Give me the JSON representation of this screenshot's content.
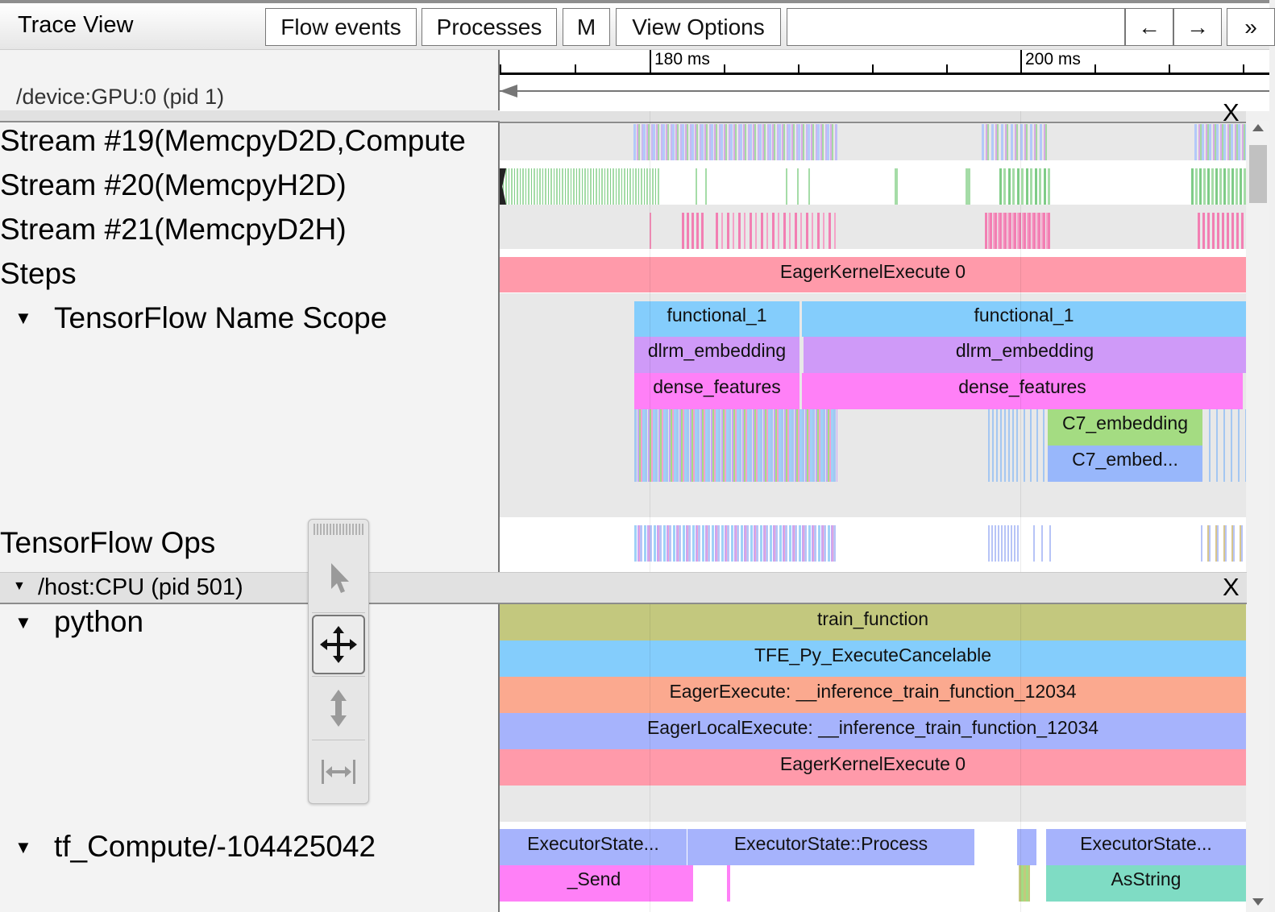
{
  "toolbar": {
    "title": "Trace View",
    "buttons": [
      {
        "label": "Flow events"
      },
      {
        "label": "Processes"
      },
      {
        "label": "M"
      },
      {
        "label": "View Options"
      }
    ],
    "search_value": "",
    "prev_label": "←",
    "next_label": "→",
    "overflow_label": "»"
  },
  "ruler": {
    "tick_labels": [
      "180 ms",
      "200 ms"
    ]
  },
  "device_process": {
    "header_cut": "/device:GPU:0 (pid 1)",
    "close": "X"
  },
  "tracks": {
    "stream19": "Stream #19(MemcpyD2D,Compute",
    "stream20": "Stream #20(MemcpyH2D)",
    "stream21": "Stream #21(MemcpyD2H)",
    "steps": "Steps",
    "tf_name_scope": "TensorFlow Name Scope",
    "tf_ops": "TensorFlow Ops",
    "python": "python",
    "tf_compute": "tf_Compute/-104425042"
  },
  "host_process": {
    "header": "/host:CPU (pid 501)",
    "close": "X"
  },
  "slices": {
    "steps": "EagerKernelExecute 0",
    "functional_a": "functional_1",
    "functional_b": "functional_1",
    "dlrm_a": "dlrm_embedding",
    "dlrm_b": "dlrm_embedding",
    "dense_a": "dense_features",
    "dense_b": "dense_features",
    "c7_emb": "C7_embedding",
    "c7_embed": "C7_embed...",
    "train_function": "train_function",
    "tfe_py": "TFE_Py_ExecuteCancelable",
    "eager_execute": "EagerExecute: __inference_train_function_12034",
    "eager_local": "EagerLocalExecute: __inference_train_function_12034",
    "eager_kernel": "EagerKernelExecute 0",
    "exec_a": "ExecutorState...",
    "exec_b": "ExecutorState::Process",
    "exec_c": "ExecutorState...",
    "send": "_Send",
    "asstring": "AsString"
  },
  "colors": {
    "eager_kernel": "#ff9aaa",
    "functional": "#84cdfc",
    "dlrm": "#cf9af8",
    "dense": "#ff80f7",
    "c7_embedding": "#a4dc82",
    "c7_embed": "#98b7fb",
    "train_function": "#c3c87e",
    "tfe": "#84cdfc",
    "eager_execute": "#fba98f",
    "eager_local": "#a6b3fc",
    "executor": "#a6b3fc",
    "send": "#ff80f7",
    "asstring": "#7fdcc4"
  },
  "palette": {
    "tools": [
      "selection-icon",
      "pan-icon",
      "zoom-icon",
      "timing-icon"
    ],
    "active": "pan-icon"
  }
}
